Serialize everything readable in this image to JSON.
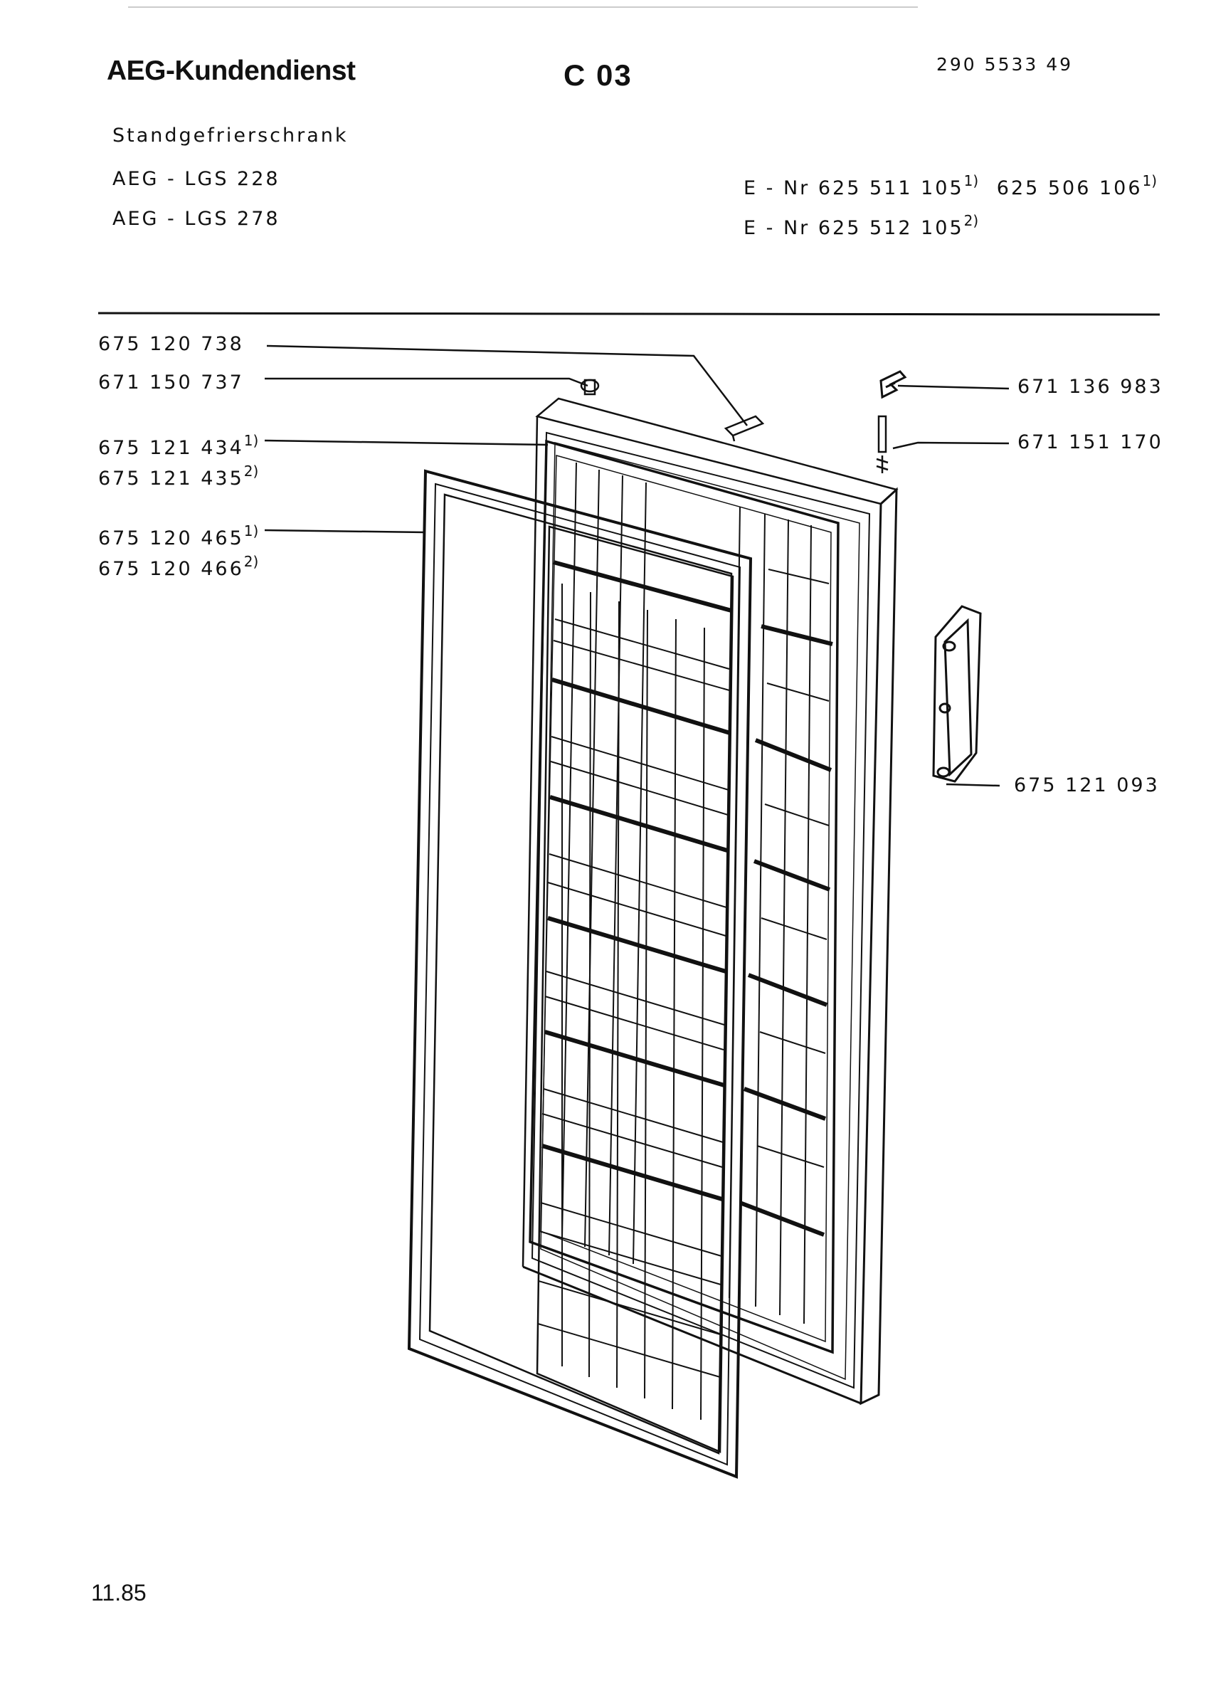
{
  "header": {
    "brand": "AEG-Kundendienst",
    "sheet_code": "C 03",
    "document_number": "290 5533 49",
    "product_type": "Standgefrierschrank",
    "models": [
      "AEG - LGS 228",
      "AEG - LGS 278"
    ],
    "enr_lines": [
      {
        "prefix": "E - Nr",
        "number": "625 511 105",
        "note": "1)",
        "alt_number": "625 506 106",
        "alt_note": "1)"
      },
      {
        "prefix": "E - Nr",
        "number": "625 512 105",
        "note": "2)"
      }
    ]
  },
  "parts": {
    "gasket_strip": "675 120 738",
    "cap": "671 150 737",
    "inner_door": {
      "number_1": "675 121 434",
      "note_1": "1)",
      "number_2": "675 121 435",
      "note_2": "2)"
    },
    "door_seal": {
      "number_1": "675 120 465",
      "note_1": "1)",
      "number_2": "675 120 466",
      "note_2": "2)"
    },
    "hinge_top": "671 136 983",
    "hinge_pin": "671 151 170",
    "handle": "675 121 093"
  },
  "footer": {
    "date": "11.85"
  },
  "icons": [
    "door-frame-drawing",
    "inner-panel-grid",
    "door-gasket-frame",
    "hinge-icon",
    "hinge-pin-icon",
    "door-handle-icon",
    "cap-icon",
    "gasket-strip-icon"
  ]
}
